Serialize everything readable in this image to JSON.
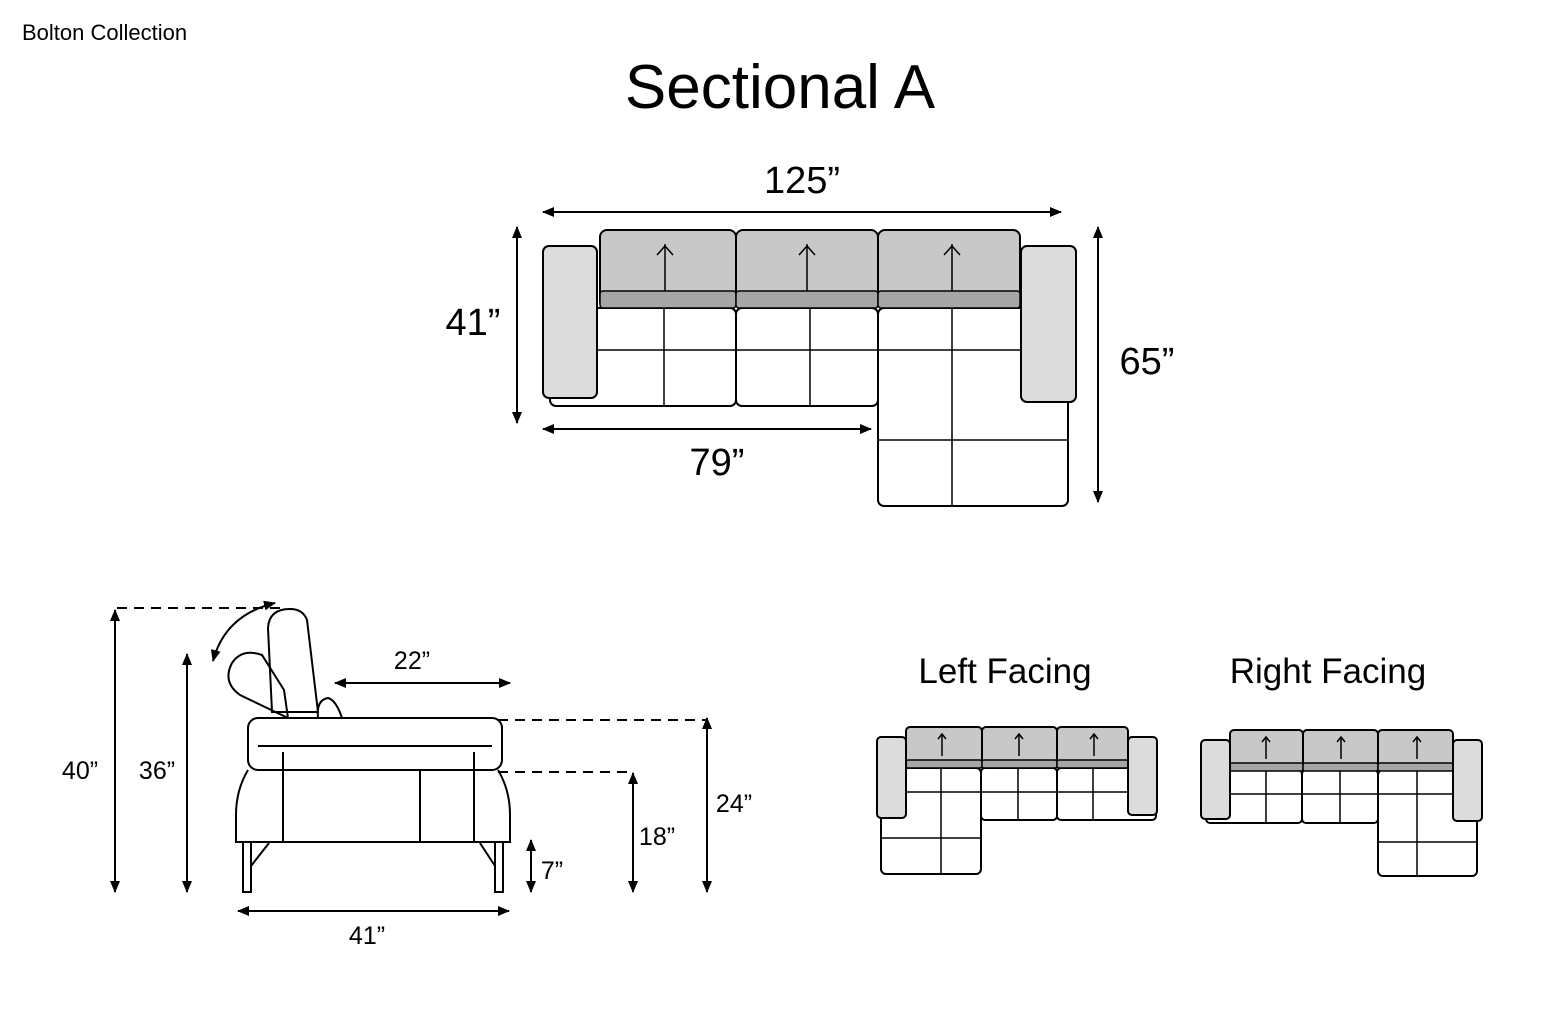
{
  "header": {
    "collection": "Bolton Collection",
    "title": "Sectional A"
  },
  "top_view": {
    "overall_width": "125”",
    "depth": "41”",
    "chaise_depth": "65”",
    "sofa_width": "79”"
  },
  "side_view": {
    "height_headrest_up": "40”",
    "height_back": "36”",
    "seat_depth": "22”",
    "arm_height": "24”",
    "seat_height": "18”",
    "leg_height": "7”",
    "overall_depth": "41”"
  },
  "variants": {
    "left_label": "Left Facing",
    "right_label": "Right Facing"
  }
}
